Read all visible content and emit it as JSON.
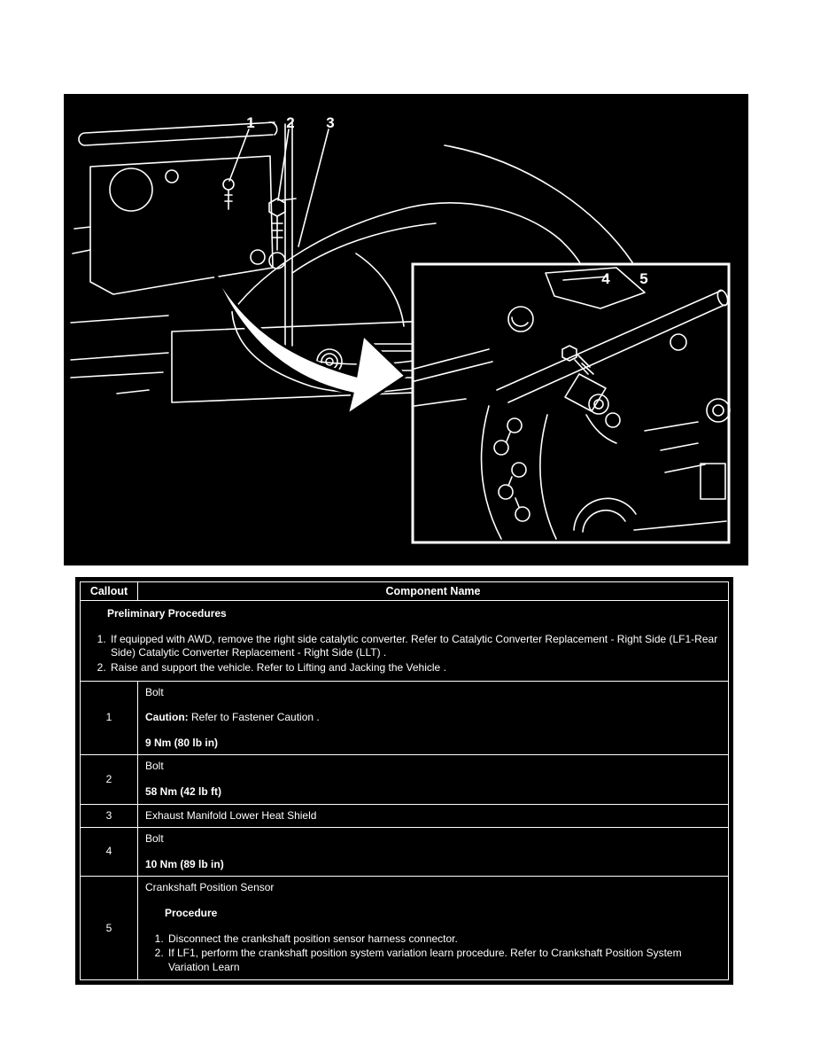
{
  "colors": {
    "illustration_background": "#000000",
    "line_art": "#ffffff",
    "table_background": "#000000",
    "table_text": "#ffffff",
    "page_background": "#ffffff"
  },
  "illustration": {
    "description": "engine-exhaust-manifold-line-art",
    "callouts": [
      {
        "label": "1"
      },
      {
        "label": "2"
      },
      {
        "label": "3"
      },
      {
        "label": "4"
      },
      {
        "label": "5"
      }
    ]
  },
  "table": {
    "header": {
      "callout_label": "Callout",
      "component_label": "Component Name"
    },
    "preliminary": {
      "title": "Preliminary Procedures",
      "steps": [
        "If equipped with AWD, remove the right side catalytic converter. Refer to Catalytic Converter Replacement - Right Side (LF1-Rear Side) Catalytic Converter Replacement - Right Side (LLT) .",
        "Raise and support the vehicle. Refer to Lifting and Jacking the Vehicle ."
      ]
    },
    "rows": [
      {
        "callout": "1",
        "merged_with_previous": false,
        "paragraphs": [
          {
            "style": "plain",
            "text": "Bolt"
          },
          {
            "style": "caution",
            "bold": "Caution:",
            "text": " Refer to Fastener Caution ."
          },
          {
            "style": "bold",
            "text": "9 Nm (80 lb in)"
          }
        ]
      },
      {
        "callout": "2",
        "merged_with_previous": false,
        "paragraphs": [
          {
            "style": "plain",
            "text": "Bolt"
          },
          {
            "style": "bold",
            "text": "58 Nm (42 lb ft)"
          }
        ]
      },
      {
        "callout": "3",
        "merged_with_previous": false,
        "paragraphs": [
          {
            "style": "plain",
            "text": "Exhaust Manifold Lower Heat Shield"
          }
        ]
      },
      {
        "callout": "4",
        "merged_with_previous": false,
        "paragraphs": [
          {
            "style": "plain",
            "text": "Bolt"
          },
          {
            "style": "bold",
            "text": "10 Nm (89 lb in)"
          }
        ]
      },
      {
        "callout": "5",
        "merged_with_previous": true,
        "paragraphs": [
          {
            "style": "plain",
            "text": "Crankshaft Position Sensor"
          },
          {
            "style": "heading",
            "text": "Procedure"
          },
          {
            "style": "list",
            "items": [
              "Disconnect the crankshaft position sensor harness connector.",
              "If LF1, perform the crankshaft position system variation learn procedure. Refer to Crankshaft Position System Variation Learn"
            ]
          }
        ]
      }
    ]
  }
}
